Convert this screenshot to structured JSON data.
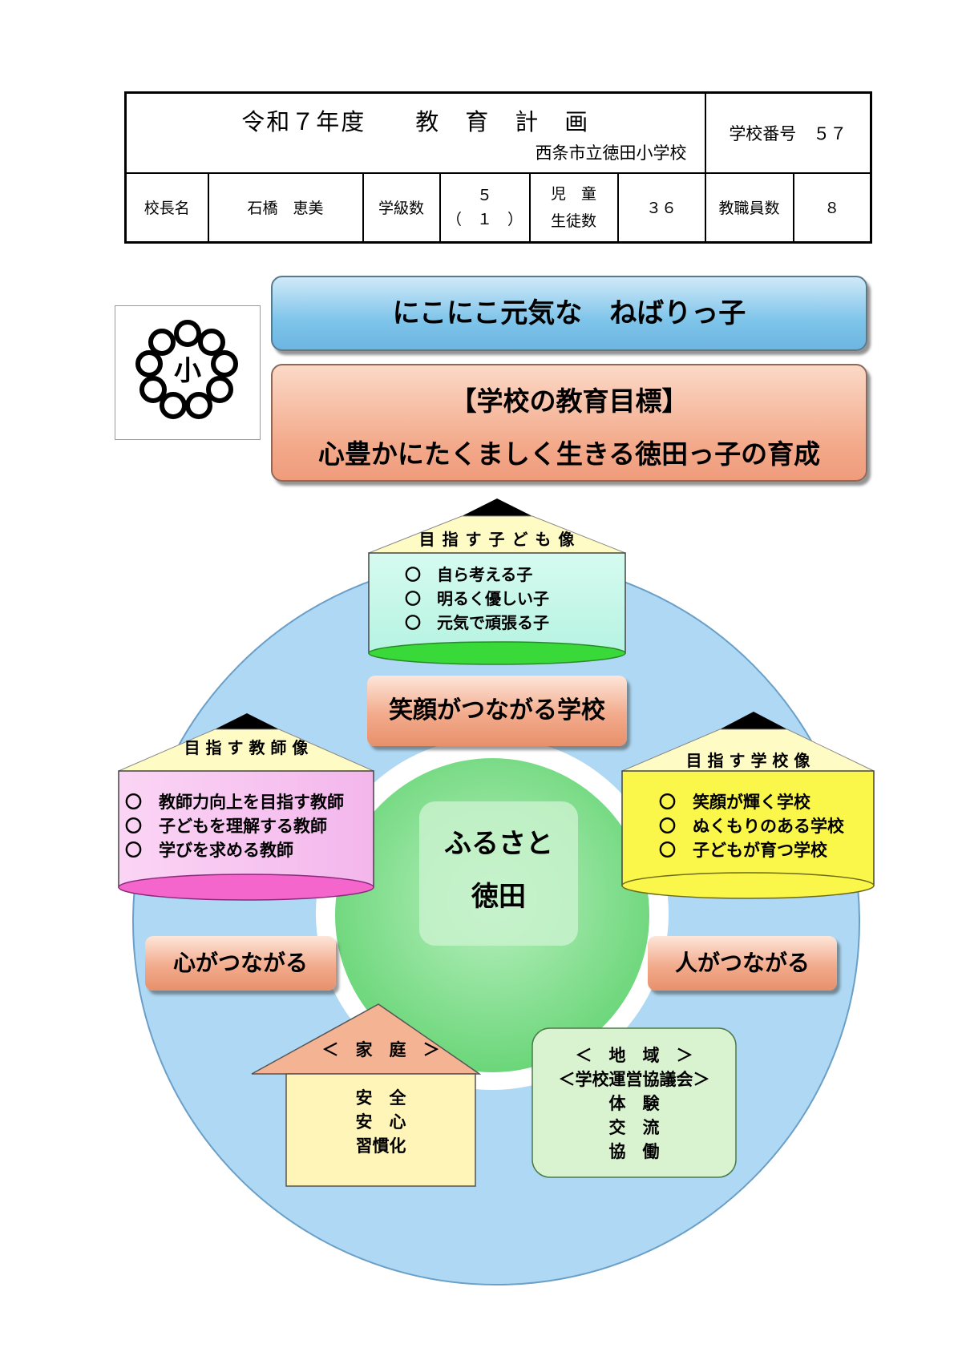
{
  "header": {
    "title": "令和７年度　　教　育　計　画",
    "school": "西条市立徳田小学校",
    "school_number_label": "学校番号　５７",
    "principal_label": "校長名",
    "principal_name": "石橋　恵美",
    "classes_label": "学級数",
    "classes_value": "５",
    "classes_sub": "（　１　）",
    "students_label_1": "児　童",
    "students_label_2": "生徒数",
    "students_value": "３６",
    "staff_label": "教職員数",
    "staff_value": "８"
  },
  "emblem": {
    "char": "小",
    "icon": "school-emblem-icon"
  },
  "slogan": "にこにこ元気な　ねばりっ子",
  "goal": {
    "heading": "【学校の教育目標】",
    "text": "心豊かにたくましく生きる徳田っ子の育成"
  },
  "diagram": {
    "center": {
      "line1": "ふるさと",
      "line2": "徳田"
    },
    "children": {
      "title": "目 指 す 子 ど も 像",
      "items": [
        "〇　自ら考える子",
        "〇　明るく優しい子",
        "〇　元気で頑張る子"
      ]
    },
    "teachers": {
      "title": "目 指 す 教 師 像",
      "items": [
        "〇　教師力向上を目指す教師",
        "〇　子どもを理解する教師",
        "〇　学びを求める教師"
      ]
    },
    "school": {
      "title": "目 指 す 学 校 像",
      "items": [
        "〇　笑顔が輝く学校",
        "〇　ぬくもりのある学校",
        "〇　子どもが育つ学校"
      ]
    },
    "smile_label": "笑顔がつながる学校",
    "heart_label": "心がつながる",
    "people_label": "人がつながる",
    "home": {
      "title": "＜　家　庭　＞",
      "items": [
        "安　全",
        "安　心",
        "習慣化"
      ]
    },
    "community": {
      "title": "＜　地　域　＞",
      "subtitle": "＜学校運営協議会＞",
      "items": [
        "体　験",
        "交　流",
        "協　働"
      ]
    },
    "colors": {
      "ring": "#aed8f3",
      "center": "#7be08a",
      "children_cap": "#3ad93a",
      "teachers_cap": "#f566cc",
      "school_cap": "#fbf74a"
    }
  }
}
